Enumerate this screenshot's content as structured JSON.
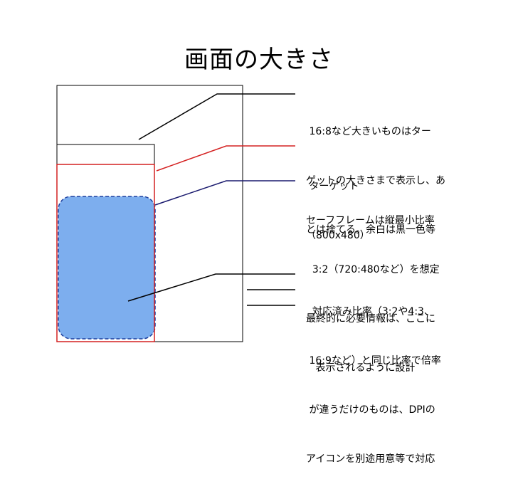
{
  "title": "画面の大きさ",
  "colors": {
    "outer_frame": "#000000",
    "target_frame": "#d42020",
    "safe_frame_border": "#1c3f9e",
    "safe_frame_fill": "#7daeee",
    "navy_leader": "#1a1a6e"
  },
  "annotations": [
    {
      "id": "large-ratio-note",
      "lines": [
        " 16:8など大きいものはター",
        "ゲットの大きさまで表示し、あ",
        "とは捨てる。余白は黒一色等"
      ]
    },
    {
      "id": "target-note",
      "lines": [
        " ターゲット",
        "（800x480）"
      ]
    },
    {
      "id": "safe-frame-note",
      "lines": [
        "セーフフレームは縦最小比率",
        "  3:2（720:480など）を想定",
        "最終的に必要情報は、ここに",
        "   表示されるように設計"
      ]
    },
    {
      "id": "same-ratio-note",
      "lines": [
        "  対応済み比率（3:2や4:3、",
        " 16:9など）と同じ比率で倍率",
        " が違うだけのものは、DPIの",
        "アイコンを別途用意等で対応"
      ]
    }
  ]
}
